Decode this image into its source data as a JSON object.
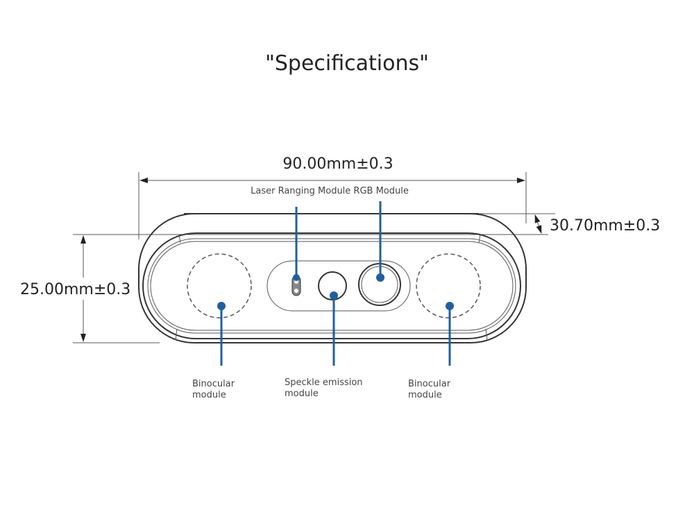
{
  "title": "\"Specifications\"",
  "dimensions": {
    "width": "90.00mm±0.3",
    "depth": "30.70mm±0.3",
    "height": "25.00mm±0.3"
  },
  "labels": {
    "top": "Laser Ranging Module RGB Module",
    "binocular_left": [
      "Binocular",
      "module"
    ],
    "speckle": [
      "Speckle emission",
      "module"
    ],
    "binocular_right": [
      "Binocular",
      "module"
    ]
  },
  "colors": {
    "callout": "#1f5fa0"
  }
}
